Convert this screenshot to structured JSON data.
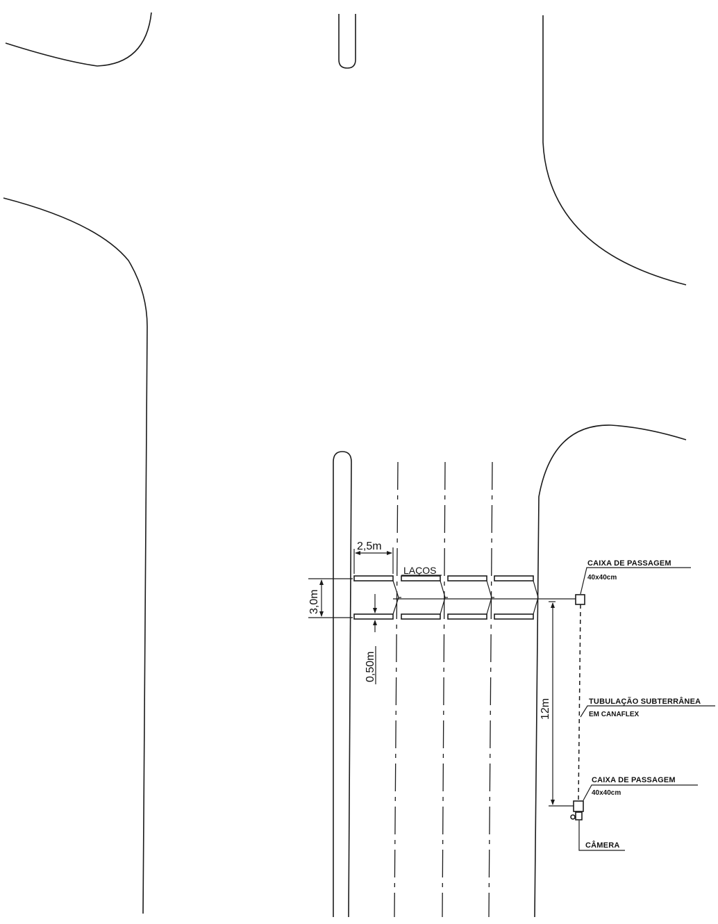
{
  "drawing": {
    "dimensions": {
      "loop_width": "2,5m",
      "loop_length": "3,0m",
      "loop_gap": "0,50m",
      "camera_distance": "12m"
    },
    "labels": {
      "loops": "LAÇOS",
      "box_top_line1": "CAIXA DE PASSAGEM",
      "box_top_line2": "40x40cm",
      "conduit_line1": "TUBULAÇÃO SUBTERRÂNEA",
      "conduit_line2": "EM CANAFLEX",
      "box_bottom_line1": "CAIXA DE PASSAGEM",
      "box_bottom_line2": "40x40cm",
      "camera": "CÂMERA"
    }
  }
}
